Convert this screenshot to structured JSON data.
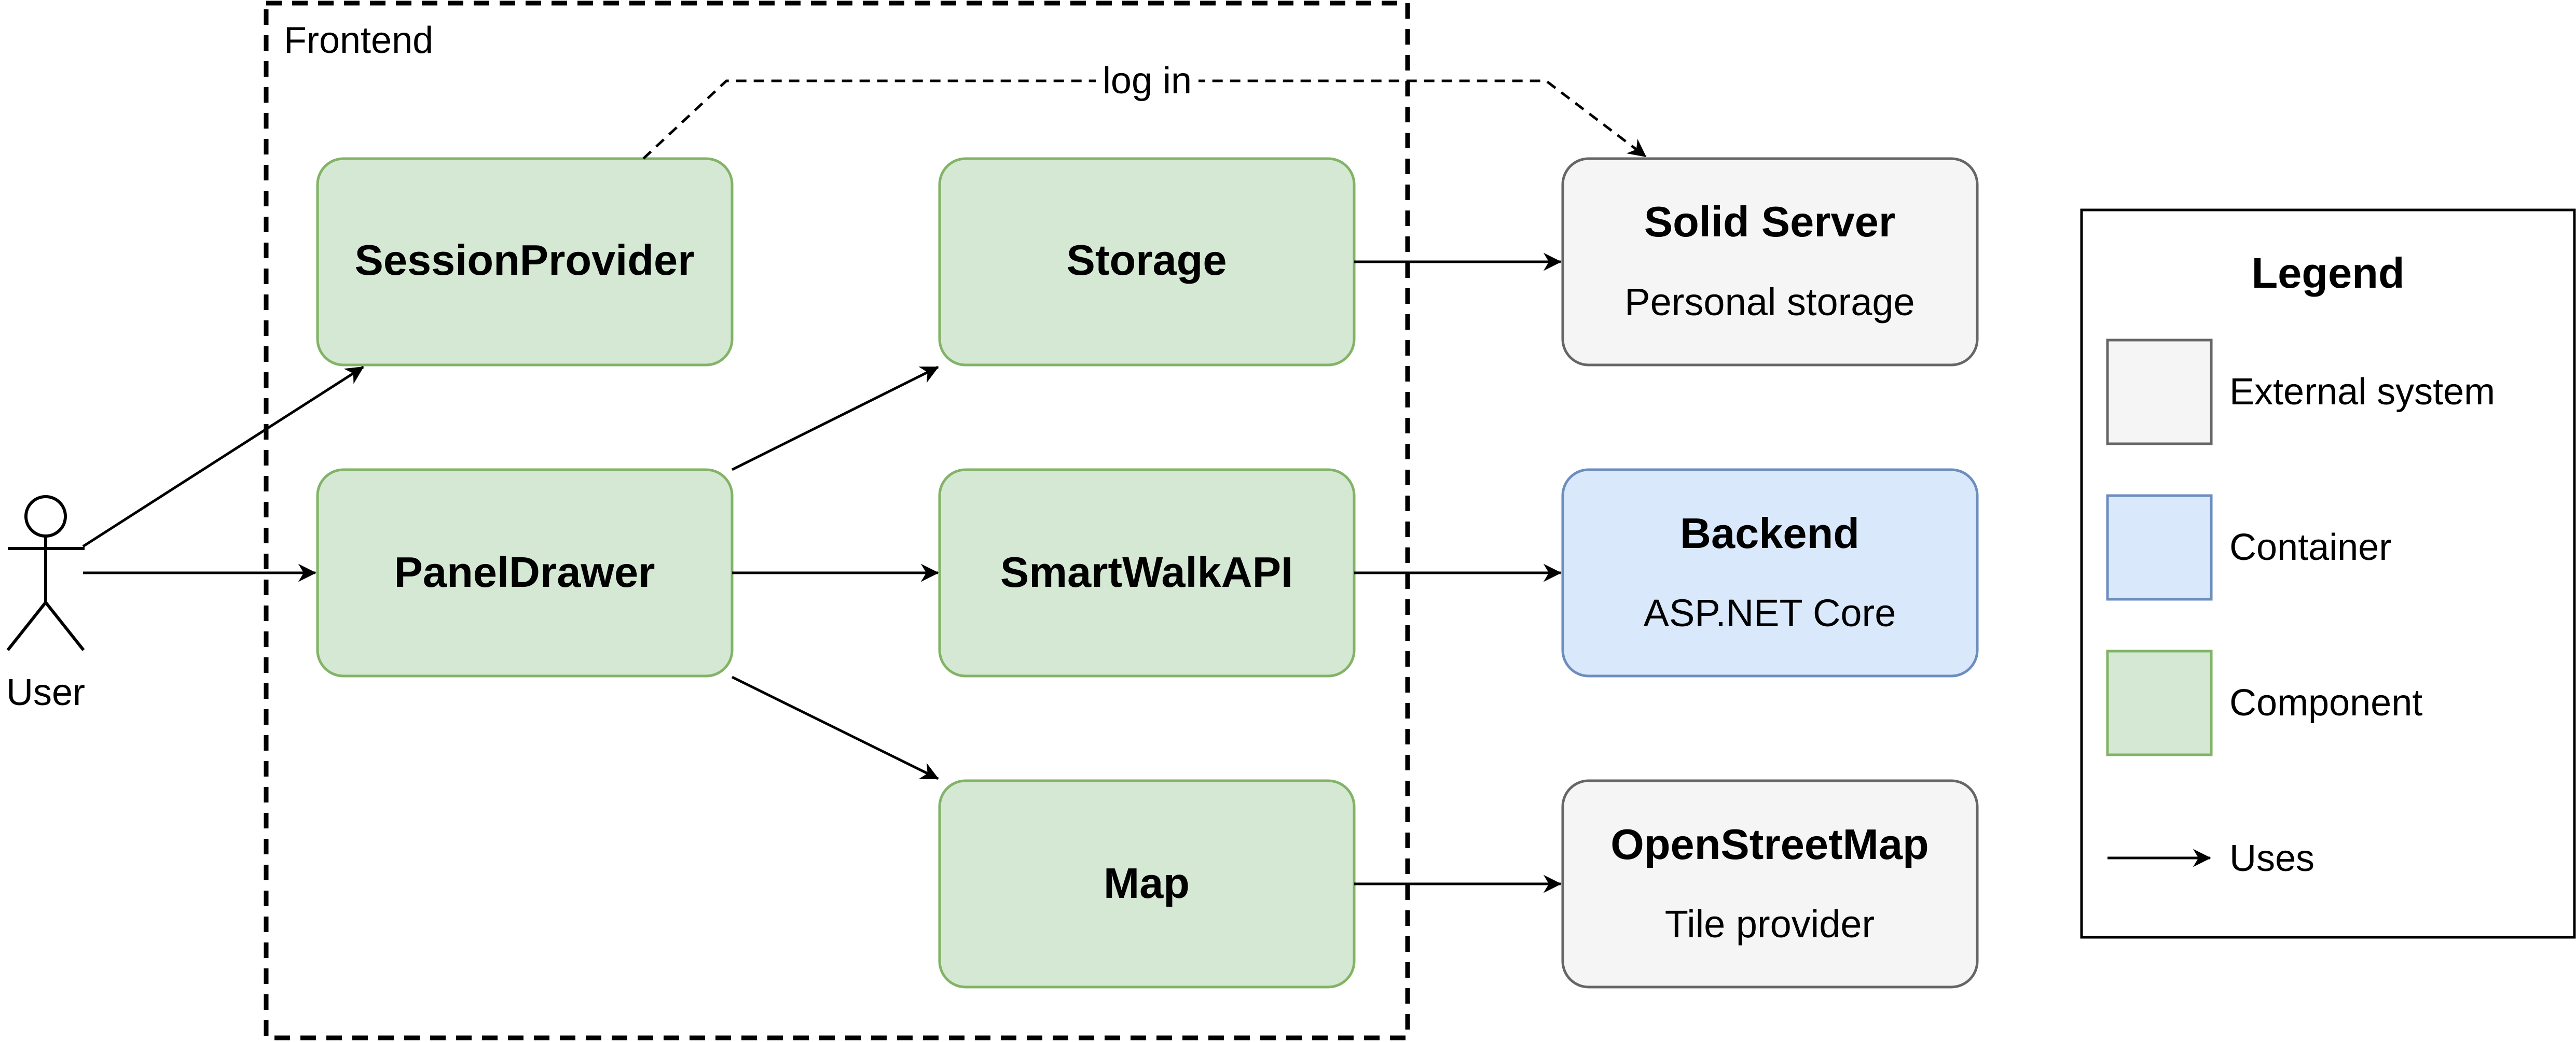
{
  "frontend": {
    "label": "Frontend"
  },
  "actor": {
    "label": "User"
  },
  "components": {
    "session_provider": "SessionProvider",
    "panel_drawer": "PanelDrawer",
    "storage": "Storage",
    "smartwalk_api": "SmartWalkAPI",
    "map": "Map"
  },
  "external": {
    "solid_server": {
      "title": "Solid Server",
      "subtitle": "Personal storage"
    },
    "open_street_map": {
      "title": "OpenStreetMap",
      "subtitle": "Tile provider"
    }
  },
  "container": {
    "backend": {
      "title": "Backend",
      "subtitle": "ASP.NET Core"
    }
  },
  "edges": {
    "login_label": "log in"
  },
  "legend": {
    "title": "Legend",
    "external_system": "External system",
    "container": "Container",
    "component": "Component",
    "uses": "Uses"
  },
  "colors": {
    "component_fill": "#d5e8d4",
    "component_stroke": "#82b366",
    "external_fill": "#f5f5f5",
    "external_stroke": "#666666",
    "container_fill": "#dae8fc",
    "container_stroke": "#6c8ebf",
    "line": "#000000"
  }
}
